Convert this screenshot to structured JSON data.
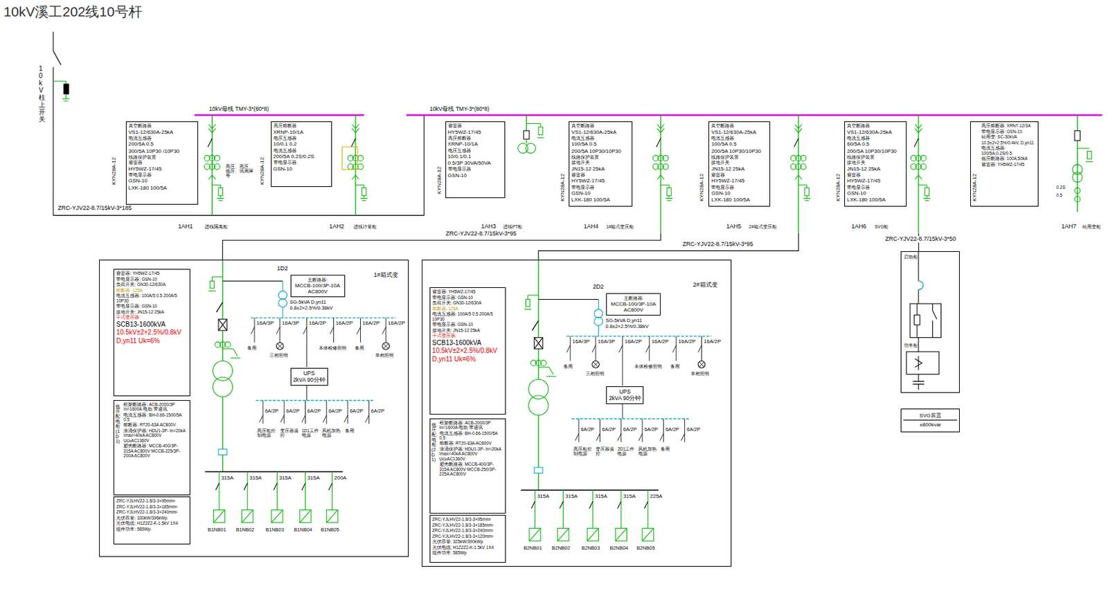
{
  "diagram": {
    "title": "10kV溪工202线10号杆",
    "nodes": [
      {
        "text": [
          "1AH1",
          "进线隔离柜"
        ]
      },
      {
        "text": [
          "真空断路器",
          "VS1-12/630A-25kA",
          "电流互感器",
          "200/5A 0.5",
          "300/5A 10P30 /10P30",
          "线路保护装置",
          "避雷器",
          "HY5WZ-17/45",
          "带电显示器",
          "GSN-10",
          "LXK-180 100/5A"
        ],
        "in": 0
      },
      {
        "text": [
          "1AH2",
          "进线计量柜"
        ]
      },
      {
        "text": [
          "高压熔断器",
          "XRNP-10/1A",
          "电压互感器",
          "10/0.1 0.2",
          "电流互感器",
          "200/5A 0.2S/0.2S",
          "带电显示器",
          "GSN-10"
        ],
        "in": 2
      },
      {
        "text": [
          "1AH3",
          "进线PT柜"
        ]
      },
      {
        "text": [
          "避雷器",
          "HY5WZ-17/45",
          "高压熔断器",
          "XRNP-10/1A",
          "电压互感器",
          "10/0.1/0.1",
          "0.5/3P 30VA/50VA",
          "带电显示器",
          "GSN-10"
        ],
        "in": 4
      },
      {
        "text": [
          "1AH4",
          "1#箱式变压柜"
        ]
      },
      {
        "text": [
          "真空断路器",
          "VS1-12/630A-25kA",
          "电流互感器",
          "100/5A 0.5",
          "200/5A 10P30/10P30",
          "线路保护装置",
          "接地开关",
          "JN15-12 25kA",
          "避雷器",
          "HY5WZ-17/45",
          "带电显示器",
          "GSN-10",
          "LXK-180 100/5A"
        ],
        "in": 6
      },
      {
        "text": [
          "1AH5",
          "2#箱式变压柜"
        ]
      },
      {
        "text": [
          "真空断路器",
          "VS1-12/630A-25kA",
          "电流互感器",
          "100/5A 0.5",
          "200/5A 10P30/10P30",
          "线路保护装置",
          "接地开关",
          "JN15-12 25kA",
          "避雷器",
          "HY5WZ-17/45",
          "带电显示器",
          "GSN-10",
          "LXK-180 100/5A"
        ],
        "in": 8
      },
      {
        "text": [
          "1AH6",
          "SVG柜"
        ]
      },
      {
        "text": [
          "真空断路器",
          "VS1-12/630A-25kA",
          "电流互感器",
          "60/5A 0.5",
          "200/5A 10P30/10P30",
          "线路保护装置",
          "接地开关",
          "JN15-12 25kA",
          "避雷器",
          "HY5WZ-17/45",
          "带电显示器",
          "GSN-10",
          "LXK-180 100/5A"
        ],
        "in": 10
      },
      {
        "text": [
          "1AH7",
          "站用变柜"
        ]
      },
      {
        "text": [
          "高压熔断器: XRNT-12/3A",
          "带电显示器: GSN-10",
          "站用变: SC-30kVA",
          "10.5±2×2.5%/0.4kV, D,yn11",
          "电流互感器: 100/5A,0.2S/0.5",
          "低压断路器: 100A,50kA",
          "避雷器: YH5WZ-17/45"
        ],
        "in": 12
      },
      {
        "text": [
          "1#箱式变"
        ]
      },
      {
        "text": [
          "避雷器: YH5WZ-17/45",
          "带电显示器: GSN-10",
          "负荷开关: GN30-12/630A",
          "熔断器: 125A",
          "电流互感器: 100A/5 0.5 200A/5 10P30",
          "带电显示器: GSN-10",
          "接地开关: JN15-12 25kA",
          "干式变压器:",
          "SCB13-1600kVA",
          "10.5kV±2×2.5%/0.8kV",
          "D,yn11 Uk=6%"
        ],
        "in": 14
      },
      {
        "text": [
          "低压配电柜(1D1)",
          "框架断路器: ACB-2000/3P In=1600A 电动 带通讯",
          "电流互感器: BH-0.66-1500/5A 0.5",
          "熔断器: RT20-63A AC800V",
          "浪涌保护器: HDU1-3P- In=20kA Imax=40kA AC800V Uc≥AC1360V",
          "塑壳断路器: MCCB-400/3P-315A AC800V MCCB-225/3P-200A AC800V"
        ],
        "in": 14
      },
      {
        "text": [
          "ZRC-YJLHV22-1.8/3-3×95mm²",
          "ZRC-YJLHV22-1.8/3-3×185mm²",
          "ZRC-YJLHV22-1.8/3-3×240mm²",
          "光伏容量: 330kW/396kWp",
          "光伏电缆: H1Z2Z2-K-1.5kV 1X4",
          "组件功率: 585Wp"
        ],
        "in": 14
      },
      {
        "text": [
          "主断路器:",
          "MCCB-100/3P-10A",
          "AC800V"
        ],
        "in": 14
      },
      {
        "text": [
          "UPS",
          "2kVA 90分钟"
        ],
        "in": 14
      },
      {
        "text": [
          "2#箱式变"
        ]
      },
      {
        "text": [
          "避雷器: YH5WZ-17/45",
          "带电显示器: GSN-10",
          "负荷开关: GN30-12/630A",
          "熔断器: 125A",
          "电流互感器: 100A/5 0.5 200A/5 10P30",
          "带电显示器: GSN-10",
          "接地开关: JN15-12 25kA",
          "干式变压器:",
          "SCB13-1600kVA",
          "10.5kV±2×2.5%/0.8kV",
          "D,yn11 Uk=6%"
        ],
        "in": 20
      },
      {
        "text": [
          "低压配电柜(2D1)",
          "框架断路器: ACB-2000/3P In=1600A 电动 带通讯",
          "电流互感器: BH-0.66-1500/5A 0.5",
          "熔断器: RT20-63A AC800V",
          "浪涌保护器: HDU1-3P- In=20kA Imax=40kA AC800V Uc≥AC1360V",
          "塑壳断路器: MCCB-400/3P-315A AC800V MCCB-250/3P-225A AC800V"
        ],
        "in": 20
      },
      {
        "text": [
          "ZRC-YJLHV22-1.8/3-3×95mm²",
          "ZRC-YJLHV22-1.8/3-3×185mm²",
          "ZRC-YJLHV22-1.8/3-3×240mm²",
          "ZRC-YJLHV22-1.8/3-3×120mm²",
          "光伏容量: 325kW/390kWp",
          "光伏电缆: H1Z2Z2-K-1.5kV 1X4",
          "组件功率: 585Wp"
        ],
        "in": 20
      },
      {
        "text": [
          "主断路器:",
          "MCCB-100/3P-10A",
          "AC800V"
        ],
        "in": 20
      },
      {
        "text": [
          "UPS",
          "2kVA 90分钟"
        ],
        "in": 20
      },
      {
        "text": [
          "启动柜",
          "功率柜"
        ]
      },
      {
        "text": [
          "SVG装置",
          "±800kvar"
        ]
      }
    ],
    "edges": [
      {
        "from": 6,
        "to": 14,
        "label": "ZRC-YJV22-8.7/15kV-3*95",
        "arrow": "none"
      },
      {
        "from": 8,
        "to": 20,
        "label": "ZRC-YJV22-8.7/15kV-3*95",
        "arrow": "none"
      },
      {
        "from": 10,
        "to": 26,
        "label": "ZRC-YJV22-8.7/15kV-3*50",
        "arrow": "none"
      }
    ],
    "labels": [
      "10kV柱上开关",
      "ZRC-YJV22-8.7/15kV-3*185",
      "10kV母线 TMY-3*(80*8)",
      "10kV母线 TMY-3*(80*8)",
      "高压、高压、低压、讯测屏等",
      "KYN28A-12",
      "KYN28A-12",
      "KYN28A-12",
      "KYN28A-12",
      "KYN28A-12",
      "KYN28A-12",
      "KYN28A-12",
      "0.2S",
      "0.5",
      "1D2",
      "SG-5kVA D,yn11",
      "0.8±2×2.5%/0.38kV",
      "16A/3P",
      "16A/3P",
      "16A/2P",
      "16A/2P",
      "16A/2P",
      "16A/2P",
      "备用",
      "三相照明",
      "本体检修照明",
      "备用",
      "单相照明",
      "6A/2P",
      "6A/2P",
      "6A/2P",
      "6A/2P",
      "6A/2P",
      "6A/2P",
      "高压柜控制电源",
      "变压器温控",
      "1D1工作电源",
      "风机加热电源",
      "备用",
      "315A",
      "315A",
      "315A",
      "315A",
      "200A",
      "B1NB01",
      "B1NB02",
      "B1NB03",
      "B1NB04",
      "B1NB05",
      "2D2",
      "SG-5kVA D,yn11",
      "0.8±2×2.5%/0.38kV",
      "16A/3P",
      "16A/3P",
      "16A/2P",
      "16A/2P",
      "16A/2P",
      "16A/2P",
      "备用",
      "三相照明",
      "本体检修照明",
      "备用",
      "单相照明",
      "6A/2P",
      "6A/2P",
      "6A/2P",
      "6A/2P",
      "6A/2P",
      "6A/2P",
      "高压柜控制电源",
      "变压器温控",
      "2D1工作电源",
      "风机加热电源",
      "备用",
      "315A",
      "315A",
      "315A",
      "315A",
      "225A",
      "B2NB01",
      "B2NB02",
      "B2NB03",
      "B2NB04",
      "B2NB05"
    ]
  }
}
